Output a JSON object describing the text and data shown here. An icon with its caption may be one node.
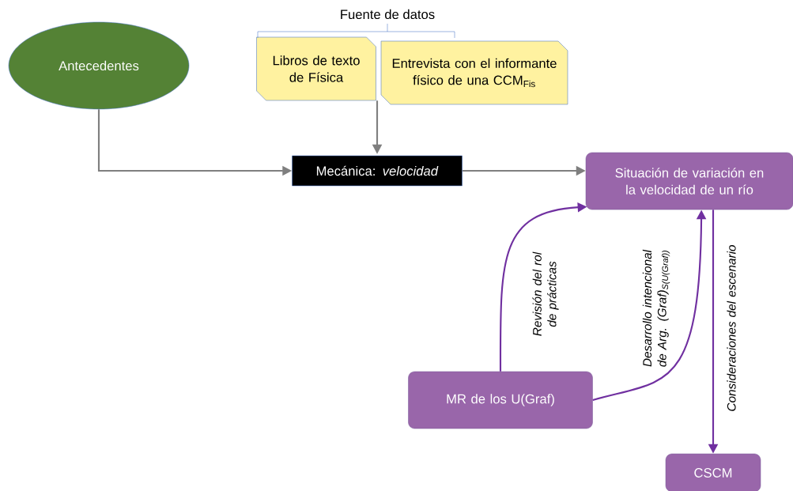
{
  "diagram": {
    "nodes": [
      {
        "text": [
          "Antecedentes"
        ]
      },
      {
        "text": [
          "Libros de texto de Física"
        ]
      },
      {
        "text": [
          "Entrevista con el informante físico de una CCM$_{Fis}$"
        ]
      },
      {
        "text": [
          "Mecánica: *velocidad*"
        ]
      },
      {
        "text": [
          "Situación de variación en la velocidad de un río"
        ]
      },
      {
        "text": [
          "MR de los U(Graf)"
        ]
      },
      {
        "text": [
          "CSCM"
        ]
      }
    ],
    "edges": [
      {
        "from": 0,
        "to": 3,
        "arrow": "to",
        "color": "#7f7f7f"
      },
      {
        "from": 1,
        "to": 3,
        "arrow": "to",
        "color": "#7f7f7f"
      },
      {
        "from": 3,
        "to": 4,
        "arrow": "to",
        "color": "#7f7f7f"
      },
      {
        "from": 5,
        "to": 4,
        "arrow": "to",
        "label": "Revisión del rol de prácticas",
        "color": "#7030a0"
      },
      {
        "from": 5,
        "to": 4,
        "arrow": "to",
        "label": "Desarrollo intencional de Arg. (Graf)$_{S(U(Graf))}$",
        "color": "#7030a0"
      },
      {
        "from": 4,
        "to": 6,
        "arrow": "to",
        "label": "Consideraciones del escenario",
        "color": "#7030a0"
      }
    ],
    "labels": [
      "Fuente de datos"
    ]
  }
}
